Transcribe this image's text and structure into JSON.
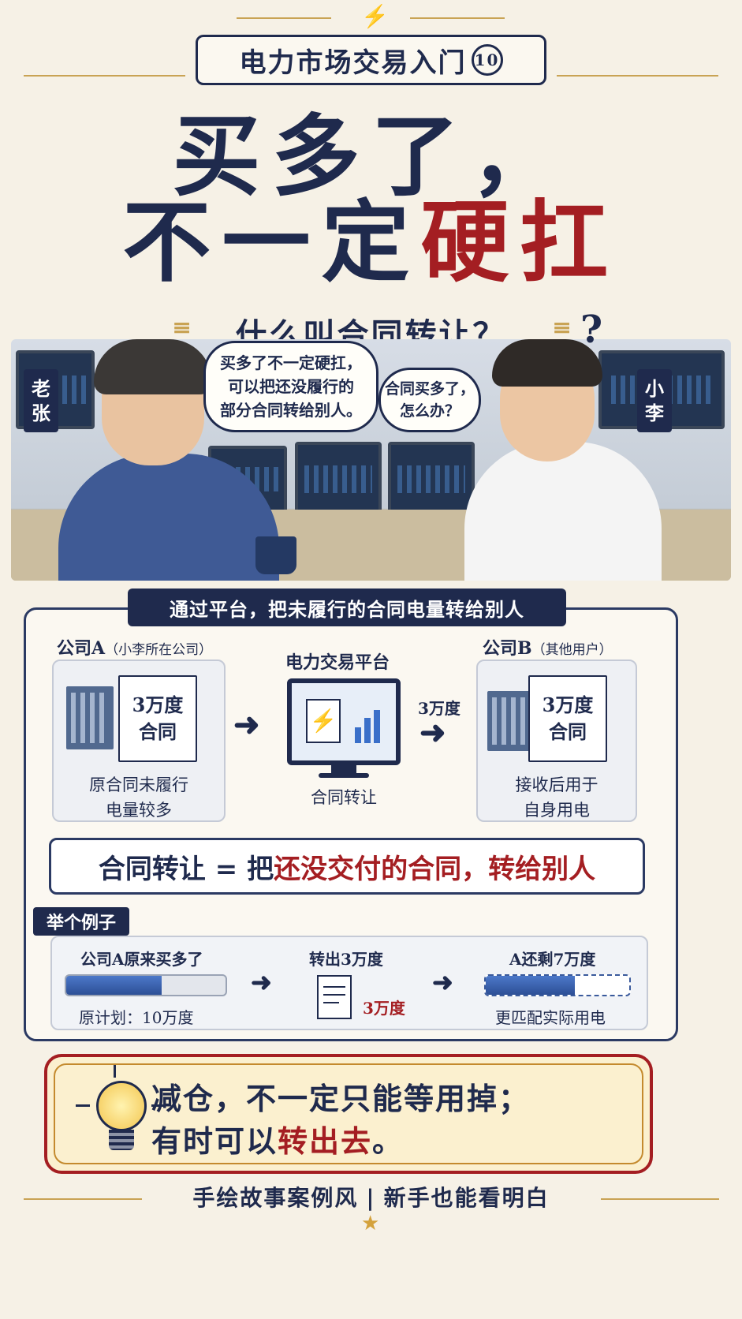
{
  "header": {
    "series_title": "电力市场交易入门",
    "series_number": "10"
  },
  "title": {
    "line1": "买多了，",
    "line2_plain": "不一定",
    "line2_highlight": "硬扛"
  },
  "subtitle": "什么叫合同转让？",
  "scene": {
    "left_name_1": "老",
    "left_name_2": "张",
    "right_name_1": "小",
    "right_name_2": "李",
    "left_bubble": "买多了不一定硬扛，\n可以把还没履行的\n部分合同转给别人。",
    "right_bubble": "合同买多了，\n怎么办？",
    "question_mark": "?"
  },
  "flow": {
    "header": "通过平台，把未履行的合同电量转给别人",
    "company_a_name": "公司A",
    "company_a_note": "（小李所在公司）",
    "company_a_doc_line1": "3万度",
    "company_a_doc_line2": "合同",
    "company_a_caption": "原合同未履行\n电量较多",
    "platform_name": "电力交易平台",
    "platform_caption": "合同转让",
    "transfer_amount": "3万度",
    "company_b_name": "公司B",
    "company_b_note": "（其他用户）",
    "company_b_doc_line1": "3万度",
    "company_b_doc_line2": "合同",
    "company_b_caption": "接收后用于\n自身用电"
  },
  "equation": {
    "part1": "合同转让 = 把",
    "part2": "还没交付的合同，转给别人"
  },
  "example": {
    "tag": "举个例子",
    "step1_title": "公司A原来买多了",
    "step1_caption": "原计划：10万度",
    "step1_fill": 0.6,
    "step2_title": "转出3万度",
    "step2_amount": "3万度",
    "step3_title": "A还剩7万度",
    "step3_caption": "更匹配实际用电",
    "step3_fill": 0.62
  },
  "tip": {
    "line1": "减仓，不一定只能等用掉；",
    "line2_plain": "有时可以",
    "line2_highlight": "转出去",
    "line2_end": "。"
  },
  "footer": {
    "left": "手绘故事案例风",
    "right": "新手也能看明白"
  },
  "colors": {
    "navy": "#1f2a4d",
    "red": "#a41e22",
    "gold": "#c9a354",
    "cream": "#f6f1e6"
  }
}
